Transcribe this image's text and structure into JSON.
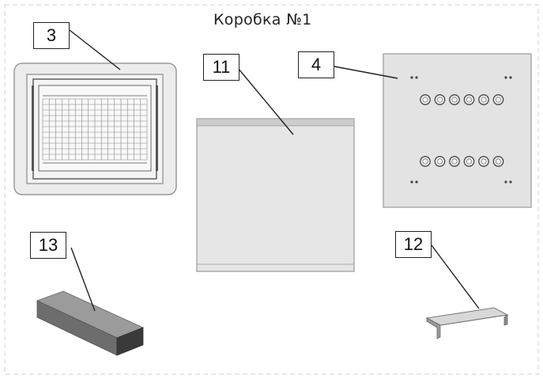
{
  "title": "Коробка №1",
  "callouts": {
    "c3": "3",
    "c11": "11",
    "c4": "4",
    "c13": "13",
    "c12": "12"
  },
  "colors": {
    "line": "#222222",
    "panel_fill": "#e3e3e3",
    "panel_edge": "#9a9a9a",
    "block_top": "#9b9b9b",
    "block_side": "#6d6d6d",
    "block_end": "#3a3a3a"
  }
}
